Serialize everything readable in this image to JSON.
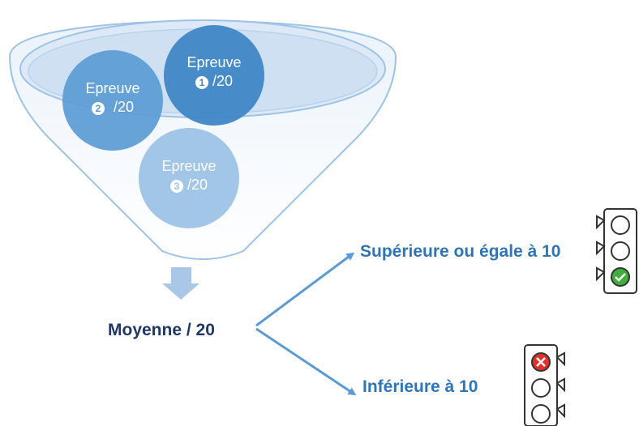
{
  "colors": {
    "funnel_outline": "#9dc3e6",
    "funnel_fill_top": "#eaf2fb",
    "circle_1": "#3f86c6",
    "circle_2": "#5b9bd5",
    "circle_3": "#9dc3e6",
    "arrow_down": "#a9c8e8",
    "arrow": "#5b9bd5",
    "text_dark": "#1f3864",
    "text_accent": "#2e75b6",
    "light_red": "#e0302a",
    "light_green": "#3fae3f"
  },
  "funnel": {
    "circles": [
      {
        "name": "Epreuve",
        "badge": "1",
        "suffix": "/20"
      },
      {
        "name": "Epreuve",
        "badge": "2",
        "suffix": "/20"
      },
      {
        "name": "Epreuve",
        "badge": "3",
        "suffix": "/20"
      }
    ]
  },
  "result": {
    "label": "Moyenne / 20"
  },
  "outcomes": {
    "pass": {
      "label": "Supérieure ou égale à 10",
      "light": "green-check"
    },
    "fail": {
      "label": "Inférieure à 10",
      "light": "red-cross"
    }
  }
}
